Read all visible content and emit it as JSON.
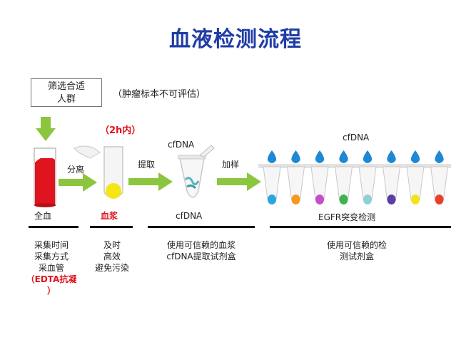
{
  "title": "血液检测流程",
  "screen_box": {
    "line1": "筛选合适",
    "line2": "人群"
  },
  "tumor_note": "（肿瘤标本不可评估）",
  "time_note": "（2h内）",
  "arrow_labels": {
    "separate": "分离",
    "extract": "提取",
    "load": "加样"
  },
  "tube_labels": {
    "top_cfdna": "cfDNA",
    "wells_cfdna": "cfDNA"
  },
  "stage_labels": {
    "whole_blood": "全血",
    "plasma": "血浆",
    "cfdna": "cfDNA",
    "egfr": "EGFR突变检测"
  },
  "descriptions": {
    "collect": {
      "l1": "采集时间",
      "l2": "采集方式",
      "l3": "采血管",
      "l4": "（EDTA抗凝",
      "l5": "）"
    },
    "plasma": {
      "l1": "及时",
      "l2": "高效",
      "l3": "避免污染"
    },
    "extract": {
      "l1": "使用可信赖的血浆",
      "l2": "cfDNA提取试剂盒"
    },
    "detect": {
      "l1": "使用可信赖的检",
      "l2": "测试剂盒"
    }
  },
  "colors": {
    "title": "#1f3da6",
    "arrow_green": "#8cc63f",
    "blood_red": "#e0141e",
    "plasma_yellow": "#f5e614",
    "drop_blue": "#1e88d4",
    "well_colors": [
      "#2aa7e0",
      "#f39a1e",
      "#c44fc7",
      "#3fb34f",
      "#8fd0d6",
      "#5b3fa6",
      "#f2e41a",
      "#e8412a"
    ]
  }
}
